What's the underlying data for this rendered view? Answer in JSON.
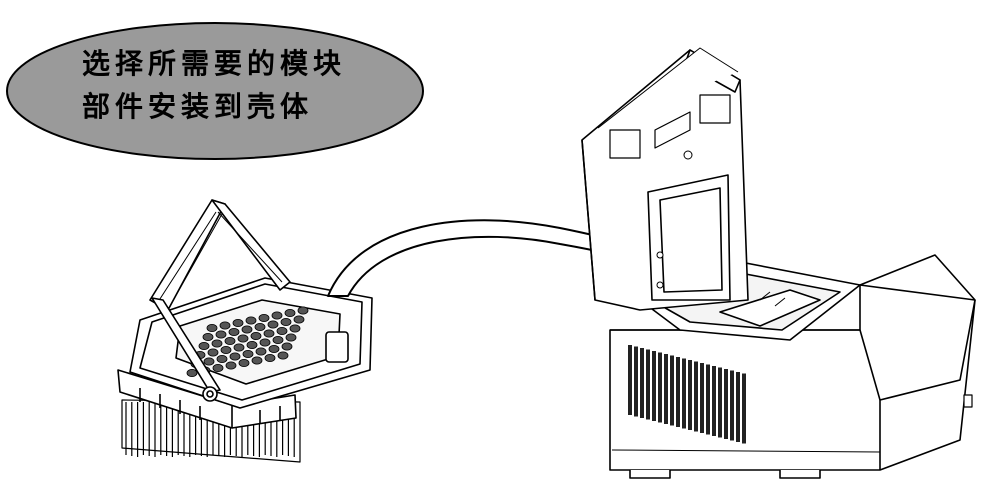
{
  "callout": {
    "line1": "选择所需要的模块",
    "line2": "部件安装到壳体",
    "fill": "#9a9a9a"
  },
  "illustration": {
    "module": "thermal-block-module",
    "housing": "instrument-housing",
    "connector": "curved-arrow"
  }
}
